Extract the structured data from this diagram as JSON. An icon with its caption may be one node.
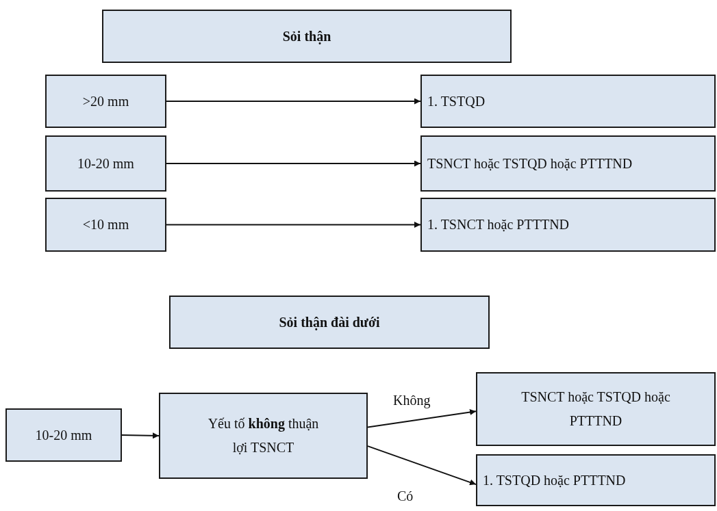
{
  "diagram": {
    "nodes": [
      {
        "text": [
          "Sỏi thận"
        ]
      },
      {
        "text": [
          ">20 mm"
        ]
      },
      {
        "text": [
          "1. TSTQD"
        ]
      },
      {
        "text": [
          "10-20 mm"
        ]
      },
      {
        "text": [
          "TSNCT hoặc TSTQD hoặc PTTTND"
        ]
      },
      {
        "text": [
          "<10 mm"
        ]
      },
      {
        "text": [
          "1. TSNCT hoặc PTTTND"
        ]
      },
      {
        "text": [
          "Sỏi thận đài dưới"
        ]
      },
      {
        "text": [
          "10-20 mm"
        ]
      },
      {
        "text": [
          "Yếu tố **không** thuận lợi TSNCT"
        ]
      },
      {
        "text": [
          "TSNCT hoặc TSTQD hoặc PTTTND"
        ]
      },
      {
        "text": [
          "1. TSTQD hoặc PTTTND"
        ]
      }
    ],
    "edges": [
      {
        "from": 1,
        "to": 2,
        "arrow": "to"
      },
      {
        "from": 3,
        "to": 4,
        "arrow": "to"
      },
      {
        "from": 5,
        "to": 6,
        "arrow": "to"
      },
      {
        "from": 8,
        "to": 9,
        "arrow": "to"
      },
      {
        "from": 9,
        "to": 10,
        "arrow": "to",
        "label": "Không"
      },
      {
        "from": 9,
        "to": 11,
        "arrow": "to",
        "label": "Có"
      }
    ]
  }
}
